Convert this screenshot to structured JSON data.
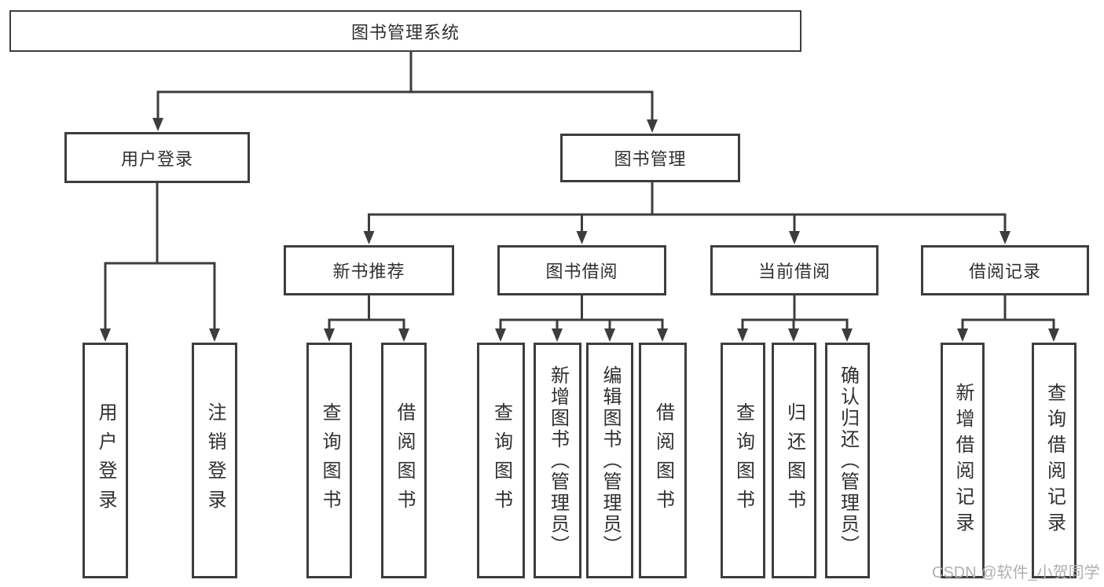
{
  "diagram": {
    "root": {
      "label": "图书管理系统"
    },
    "login": {
      "label": "用户登录",
      "children": [
        {
          "label": "用户登录"
        },
        {
          "label": "注销登录"
        }
      ]
    },
    "mgmt": {
      "label": "图书管理",
      "children": {
        "newbook": {
          "label": "新书推荐",
          "children": [
            {
              "label": "查询图书"
            },
            {
              "label": "借阅图书"
            }
          ]
        },
        "borrow": {
          "label": "图书借阅",
          "children": [
            {
              "label": "查询图书"
            },
            {
              "label": "新增图书（管理员）"
            },
            {
              "label": "编辑图书（管理员）"
            },
            {
              "label": "借阅图书"
            }
          ]
        },
        "current": {
          "label": "当前借阅",
          "children": [
            {
              "label": "查询图书"
            },
            {
              "label": "归还图书"
            },
            {
              "label": "确认归还（管理员）"
            }
          ]
        },
        "records": {
          "label": "借阅记录",
          "children": [
            {
              "label": "新增借阅记录"
            },
            {
              "label": "查询借阅记录"
            }
          ]
        }
      }
    }
  },
  "watermark": {
    "text": "CSDN @软件_小贺同学"
  },
  "colors": {
    "line": "#3d3d3d",
    "text": "#303030",
    "background": "#ffffff",
    "watermark": "#b0b0b0"
  }
}
